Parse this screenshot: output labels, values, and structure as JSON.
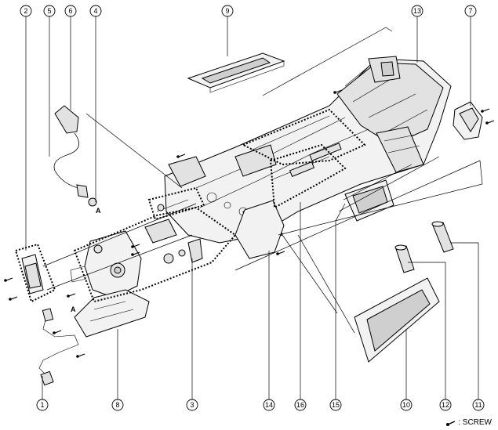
{
  "callouts": {
    "c1": "1",
    "c2": "2",
    "c3": "3",
    "c4": "4",
    "c5": "5",
    "c6": "6",
    "c7": "7",
    "c8": "8",
    "c9": "9",
    "c10": "10",
    "c11": "11",
    "c12": "12",
    "c13": "13",
    "c14": "14",
    "c15": "15",
    "c16": "16"
  },
  "markers": {
    "a_upper": "A",
    "a_lower": "A"
  },
  "legend": {
    "label": ": SCREW",
    "icon": "screw-icon"
  }
}
